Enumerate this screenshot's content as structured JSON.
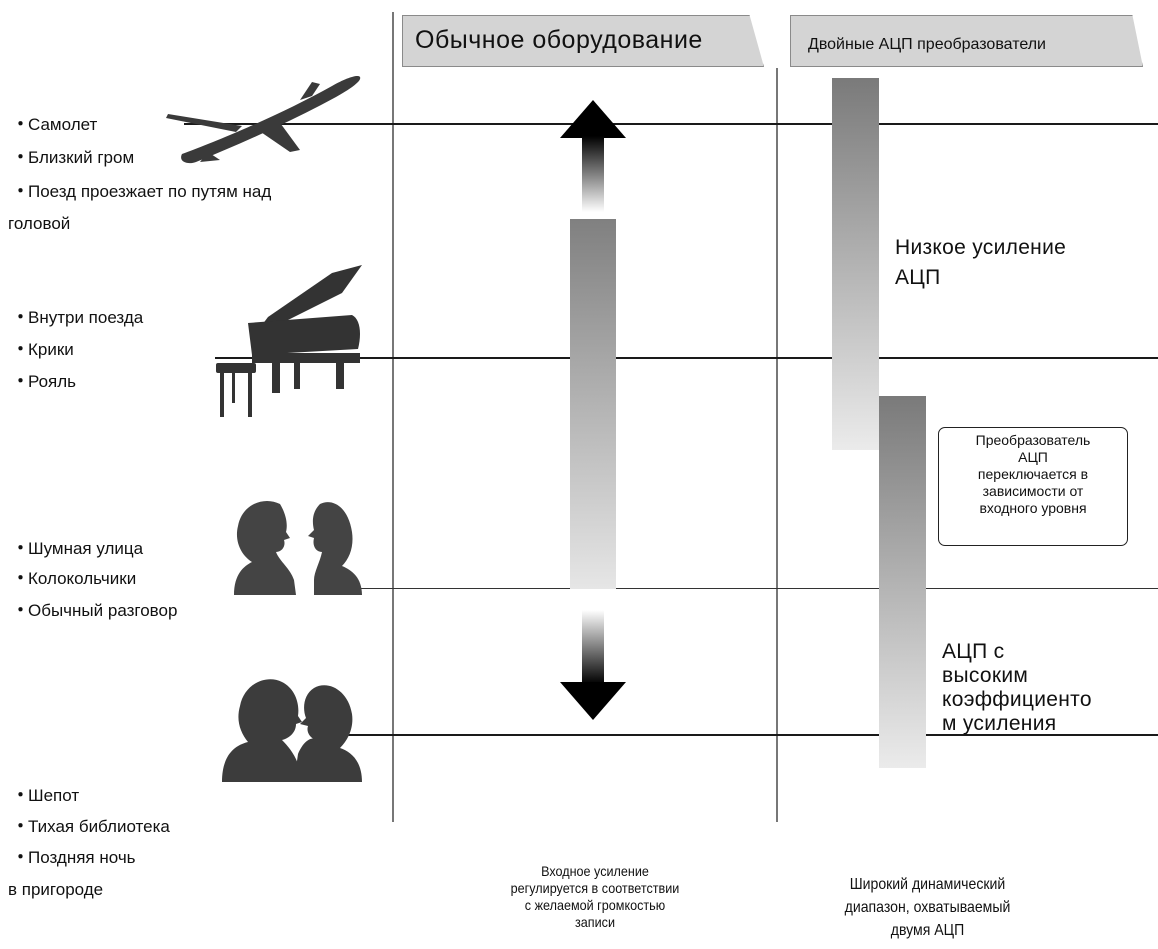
{
  "headers": {
    "conventional": "Обычное оборудование",
    "dual_adc": "Двойные АЦП преобразователи"
  },
  "sound_groups": [
    {
      "items": [
        {
          "bullet": "・",
          "text": "Самолет"
        },
        {
          "bullet": "・",
          "text": "Близкий гром"
        },
        {
          "bullet": "・",
          "text": "Поезд проезжает по путям над"
        },
        {
          "bullet": "",
          "text": "головой"
        }
      ]
    },
    {
      "items": [
        {
          "bullet": "・",
          "text": "Внутри поезда"
        },
        {
          "bullet": "・",
          "text": "Крики"
        },
        {
          "bullet": "・",
          "text": "Рояль"
        }
      ]
    },
    {
      "items": [
        {
          "bullet": "・",
          "text": "Шумная улица"
        },
        {
          "bullet": "・",
          "text": "Колокольчики"
        },
        {
          "bullet": "・",
          "text": "Обычный разговор"
        }
      ]
    },
    {
      "items": [
        {
          "bullet": "・",
          "text": "Шепот"
        },
        {
          "bullet": "・",
          "text": "Тихая библиотека"
        },
        {
          "bullet": "・",
          "text": "Поздняя ночь"
        },
        {
          "bullet": "",
          "text": "в  пригороде"
        }
      ]
    }
  ],
  "icons": {
    "airplane": "airplane-icon",
    "piano": "grand-piano-icon",
    "conversation": "two-people-talking-icon",
    "whisper": "whispering-people-icon"
  },
  "adc": {
    "low_gain": [
      "Низкое усиление",
      "АЦП"
    ],
    "high_gain": [
      "АЦП с",
      "высоким",
      "коэффициенто",
      "м  усиления"
    ],
    "switch_note": [
      "Преобразователь",
      "АЦП",
      "переключается в",
      "зависимости от",
      "входного уровня"
    ]
  },
  "captions": {
    "conventional": [
      "Входное  усиление",
      "регулируется  в  соответствии",
      "с желаемой громкостью",
      "записи"
    ],
    "dual": [
      "Широкий динамический",
      "диапазон, охватываемый",
      "двумя АЦП"
    ]
  },
  "colors": {
    "bar_dark": "#7a7a7a",
    "bar_light": "#e8e8e8",
    "header_fill": "#d4d4d4",
    "silhouette": "#333333"
  }
}
